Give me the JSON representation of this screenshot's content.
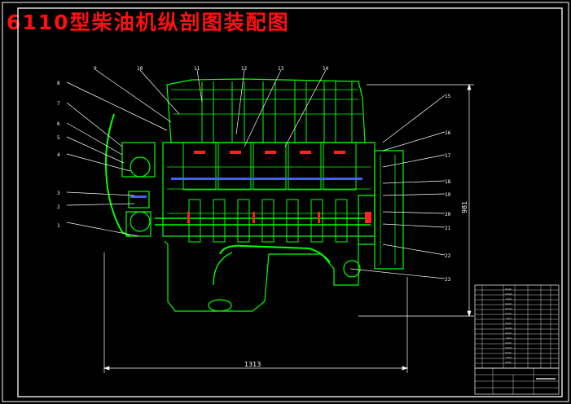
{
  "drawing": {
    "title": "6110型柴油机纵剖图装配图",
    "part_numbers": [
      "1",
      "2",
      "3",
      "4",
      "5",
      "6",
      "7",
      "8",
      "9",
      "10",
      "11",
      "12",
      "13",
      "14",
      "15",
      "16",
      "17",
      "18",
      "19",
      "20",
      "21",
      "22",
      "23"
    ],
    "dimension_length": "1313",
    "dimension_height": "981"
  },
  "colors": {
    "background": "#000000",
    "engine": "#00ff00",
    "frame": "#ffffff",
    "title": "#ff1010",
    "highlight": "#ff2020",
    "accent": "#4060ff"
  }
}
